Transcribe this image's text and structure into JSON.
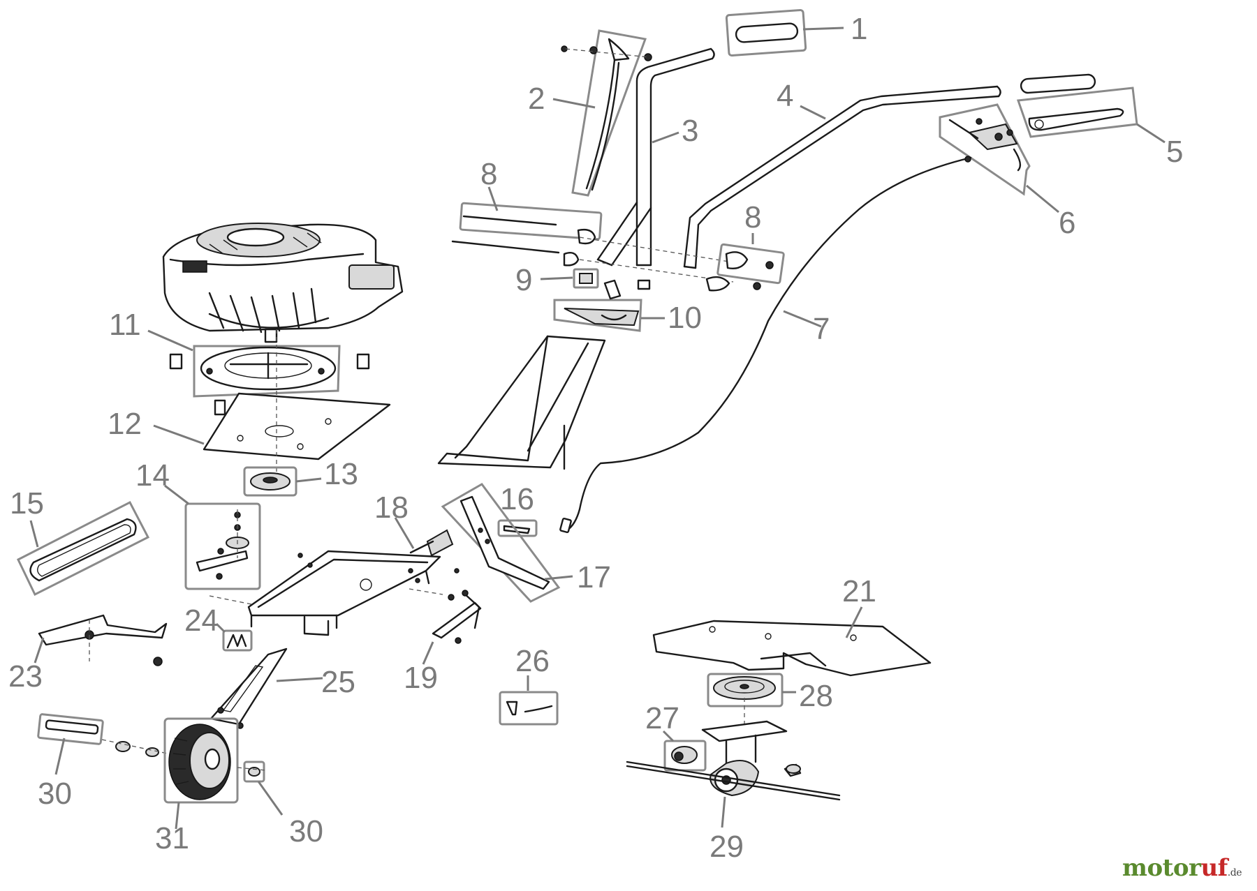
{
  "labels": {
    "n1": "1",
    "n2": "2",
    "n3": "3",
    "n4": "4",
    "n5": "5",
    "n6": "6",
    "n7": "7",
    "n8a": "8",
    "n8b": "8",
    "n9": "9",
    "n10": "10",
    "n11": "11",
    "n12": "12",
    "n13": "13",
    "n14": "14",
    "n15": "15",
    "n16": "16",
    "n17": "17",
    "n18": "18",
    "n19": "19",
    "n21": "21",
    "n23": "23",
    "n24": "24",
    "n25": "25",
    "n26": "26",
    "n27": "27",
    "n28": "28",
    "n29": "29",
    "n30a": "30",
    "n30b": "30",
    "n31": "31"
  },
  "brand": {
    "part1": "motor",
    "part2": "uf",
    "suffix": ".de"
  },
  "colors": {
    "label": "#7a7a7a",
    "brand_green": "#5a8a2e",
    "brand_red": "#c62828"
  }
}
